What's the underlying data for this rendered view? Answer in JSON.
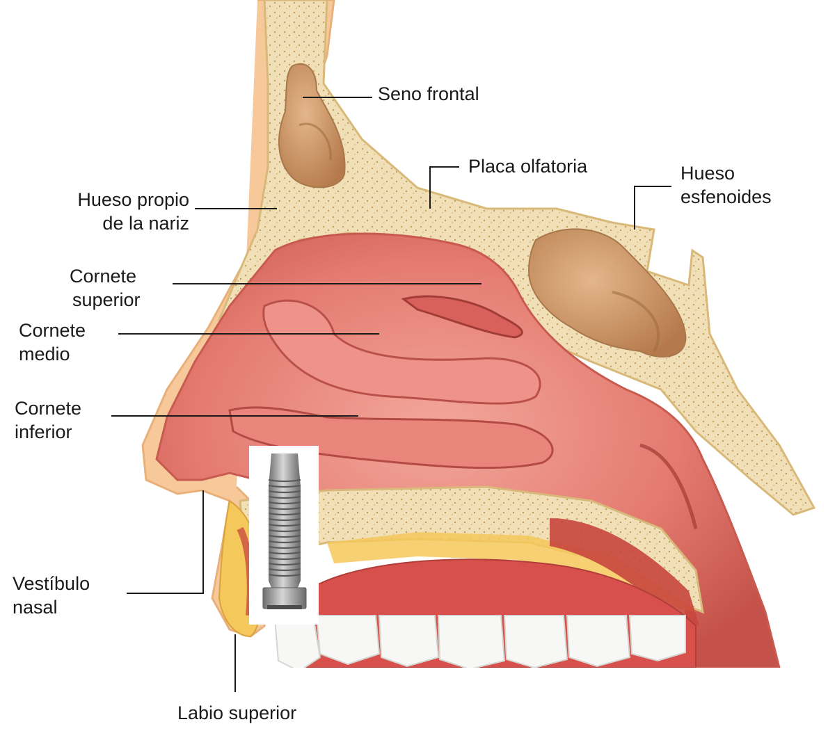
{
  "labels": {
    "seno_frontal": "Seno frontal",
    "placa_olfatoria": "Placa olfatoria",
    "hueso_esfenoides": [
      "Hueso",
      "esfenoides"
    ],
    "hueso_propio": [
      "Hueso propio",
      "de la nariz"
    ],
    "cornete_superior": [
      "Cornete",
      "superior"
    ],
    "cornete_medio": [
      "Cornete",
      "medio"
    ],
    "cornete_inferior": [
      "Cornete",
      "inferior"
    ],
    "vestibulo_nasal": [
      "Vestíbulo",
      "nasal"
    ],
    "labio_superior": "Labio superior"
  },
  "colors": {
    "bone": "#f1dfb8",
    "bone_dots": "#c9a96a",
    "mucosa": "#e2726c",
    "mucosa_light": "#f09b90",
    "mucosa_dark": "#b8403d",
    "sinus": "#c89567",
    "fat": "#f4c85a",
    "muscle": "#c8463e",
    "tooth": "#f7f7f5",
    "implant": "#9a9a9a",
    "line": "#1a1a1a"
  },
  "icons": {
    "implant": "dental-implant-icon"
  }
}
